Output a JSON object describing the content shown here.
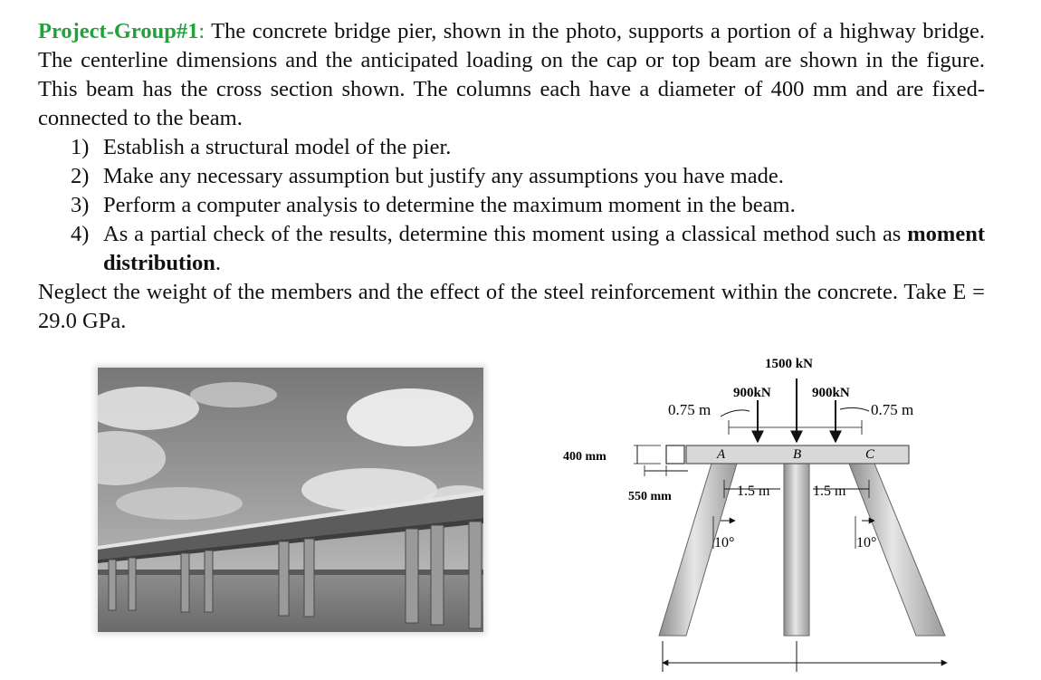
{
  "problem": {
    "heading": "Project-Group#1",
    "colon": ":",
    "intro": " The concrete bridge pier, shown in the photo, supports a portion of a highway bridge. The centerline dimensions and the anticipated loading on the cap or top beam are shown in the figure. This beam has the cross section shown. The columns each have a diameter of 400 mm and are fixed-connected to the beam.",
    "tasks": [
      {
        "num": "1)",
        "text": "Establish a structural model of the pier."
      },
      {
        "num": "2)",
        "text": "Make any necessary assumption but justify any assumptions you have made."
      },
      {
        "num": "3)",
        "text": "Perform a computer analysis to determine the maximum moment in the beam."
      },
      {
        "num": "4)",
        "text": "As a partial check of the results, determine this moment using a classical method such as ",
        "bold": "moment distribution",
        "end": "."
      }
    ],
    "closing": "Neglect the weight of the members and the effect of the steel reinforcement within the concrete. Take E = 29.0 GPa."
  },
  "figure": {
    "load_center": "1500 kN",
    "load_left": "900kN",
    "load_right": "900kN",
    "dim_left_overhang": "0.75 m",
    "dim_right_overhang": "0.75 m",
    "section_depth": "400 mm",
    "section_width": "550 mm",
    "joint_a": "A",
    "joint_b": "B",
    "joint_c": "C",
    "spacing_left": "1.5 m",
    "spacing_right": "1.5 m",
    "angle_left": "10°",
    "angle_right": "10°"
  }
}
